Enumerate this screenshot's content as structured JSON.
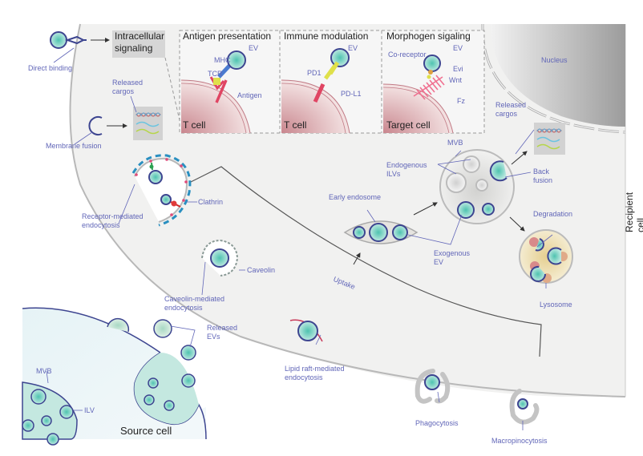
{
  "figure": {
    "recipient_cell_label": "Recipient cell",
    "source_cell_label": "Source cell",
    "nucleus_label": "Nucleus"
  },
  "intracellular": {
    "title_line1": "Intracellular",
    "title_line2": "signaling"
  },
  "panels": [
    {
      "title": "Antigen presentation",
      "cell": "T cell",
      "labels": {
        "ev": "EV",
        "mhc": "MHC",
        "tcr": "TCR",
        "antigen": "Antigen"
      }
    },
    {
      "title": "Immune modulation",
      "cell": "T cell",
      "labels": {
        "ev": "EV",
        "pd1": "PD1",
        "pdl1": "PD-L1"
      }
    },
    {
      "title": "Morphogen sigaling",
      "cell": "Target cell",
      "labels": {
        "ev": "EV",
        "coreceptor": "Co-receptor",
        "evi": "Evi",
        "wnt": "Wnt",
        "fz": "Fz"
      }
    }
  ],
  "uptake_labels": {
    "direct_binding": "Direct binding",
    "membrane_fusion": "Membrane fusion",
    "released_cargos_1_line1": "Released",
    "released_cargos_1_line2": "cargos",
    "receptor_mediated_line1": "Receptor-mediated",
    "receptor_mediated_line2": "endocytosis",
    "clathrin": "Clathrin",
    "caveolin": "Caveolin",
    "caveolin_mediated_line1": "Caveolin-mediated",
    "caveolin_mediated_line2": "endocytosis",
    "lipid_raft_line1": "Lipid raft-mediated",
    "lipid_raft_line2": "endocytosis",
    "phagocytosis": "Phagocytosis",
    "macropinocytosis": "Macropinocytosis",
    "uptake": "Uptake"
  },
  "intracellular_fate": {
    "early_endosome": "Early endosome",
    "mvb": "MVB",
    "endogenous_line1": "Endogenous",
    "endogenous_line2": "ILVs",
    "exogenous_line1": "Exogenous",
    "exogenous_line2": "EV",
    "back_fusion_line1": "Back",
    "back_fusion_line2": "fusion",
    "released_cargos_2_line1": "Released",
    "released_cargos_2_line2": "cargos",
    "degradation": "Degradation",
    "lysosome": "Lysosome"
  },
  "source": {
    "mvb": "MVB",
    "ilv": "ILV",
    "released_evs_line1": "Released",
    "released_evs_line2": "EVs"
  },
  "colors": {
    "label": "#6166b8",
    "ev_outline": "#3d4590",
    "ev_fill": "#5ec9b8",
    "membrane": "#b8b8b8",
    "cytoplasm": "#f1f1f0",
    "tcell": "#d89aa0",
    "nucleus": "#a8a8a8"
  }
}
